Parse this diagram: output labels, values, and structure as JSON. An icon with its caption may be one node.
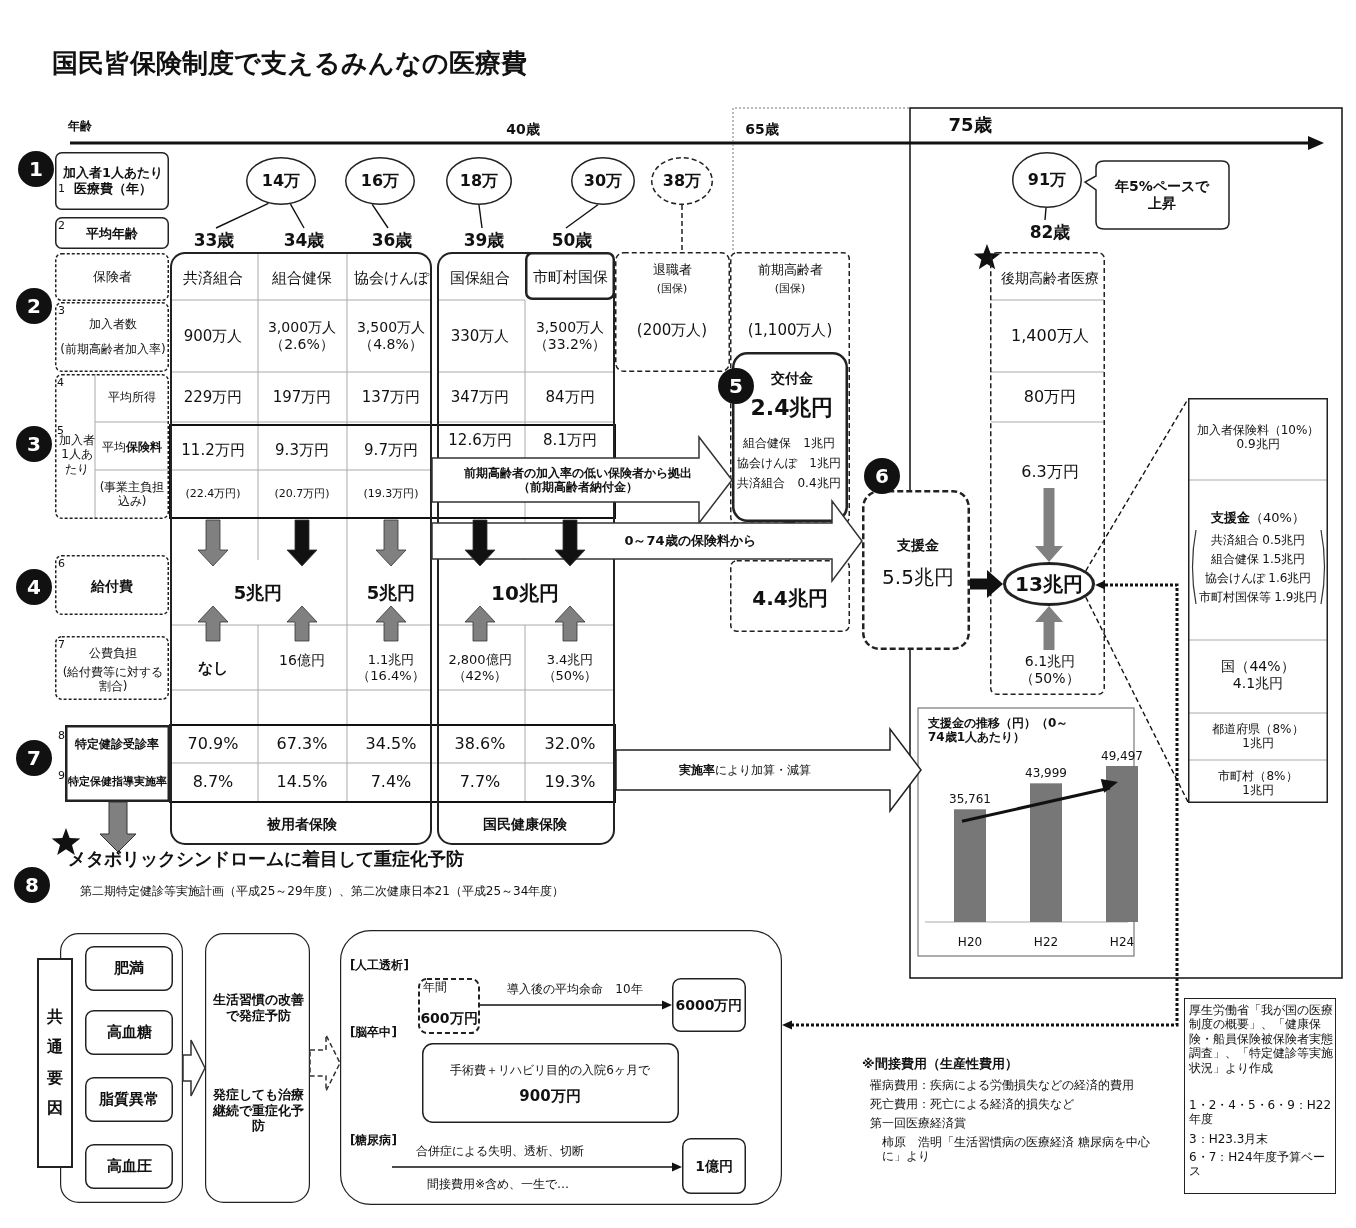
{
  "diagram": {
    "title": "国民皆保険制度で支えるみんなの医療費",
    "nodes": [
      {
        "text": [
          "1"
        ]
      },
      {
        "text": [
          "1",
          "加入者1人あたり医療費（年）"
        ]
      },
      {
        "text": [
          "14万"
        ]
      },
      {
        "text": [
          "16万"
        ]
      },
      {
        "text": [
          "18万"
        ]
      },
      {
        "text": [
          "30万"
        ]
      },
      {
        "text": [
          "38万"
        ]
      },
      {
        "text": [
          "91万"
        ]
      },
      {
        "text": [
          "年5%ペースで上昇"
        ]
      },
      {
        "text": [
          "2",
          "平均年齢"
        ]
      },
      {
        "text": [
          "2"
        ]
      },
      {
        "text": [
          "保険者"
        ]
      },
      {
        "text": [
          "3",
          "加入者数",
          "(前期高齢者加入率)"
        ]
      },
      {
        "text": [
          "3"
        ]
      },
      {
        "text": [
          "4",
          "5",
          "加入者1人あたり",
          "平均所得",
          "平均**保険料**",
          "(事業主負担込み)"
        ]
      },
      {
        "text": [
          "4"
        ]
      },
      {
        "text": [
          "6",
          "給付費"
        ]
      },
      {
        "text": [
          "7",
          "公費負担",
          "(給付費等に対する割合)"
        ]
      },
      {
        "text": [
          "7"
        ]
      },
      {
        "text": [
          "特定健診受診率",
          "特定保健指導実施率"
        ]
      },
      {
        "text": [
          "共済組合",
          "組合健保",
          "協会けんぽ",
          "900万人",
          "3,000万人（2.6%）",
          "3,500万人（4.8%）",
          "229万円",
          "197万円",
          "137万円",
          "11.2万円",
          "9.3万円",
          "9.7万円",
          "(22.4万円)",
          "(20.7万円)",
          "(19.3万円)",
          "5兆円",
          "5兆円",
          "なし",
          "16億円",
          "1.1兆円（16.4%）",
          "70.9%",
          "67.3%",
          "34.5%",
          "8.7%",
          "14.5%",
          "7.4%",
          "被用者保険"
        ]
      },
      {
        "text": [
          "国保組合",
          "330万人",
          "3,500万人（33.2%）",
          "347万円",
          "84万円",
          "12.6万円",
          "8.1万円",
          "10兆円",
          "2,800億円（42%）",
          "3.4兆円（50%）",
          "38.6%",
          "32.0%",
          "7.7%",
          "19.3%",
          "国民健康保険"
        ]
      },
      {
        "text": [
          "市町村国保"
        ],
        "in": 21
      },
      {
        "text": [
          "退職者",
          "(国保)",
          "(200万人)"
        ]
      },
      {
        "text": [
          "前期高齢者",
          "(国保)",
          "(1,100万人)"
        ]
      },
      {
        "text": [
          "交付金",
          "2.4兆円",
          "組合健保　1兆円",
          "協会けんぽ　1兆円",
          "共済組合　0.4兆円"
        ],
        "in": 24
      },
      {
        "text": [
          "5"
        ]
      },
      {
        "text": [
          "4.4兆円"
        ]
      },
      {
        "text": [
          "6"
        ]
      },
      {
        "text": [
          "支援金",
          "5.5兆円"
        ]
      },
      {
        "text": [
          "後期高齢者医療",
          "1,400万人",
          "80万円",
          "6.3万円",
          "6.1兆円（50%）"
        ]
      },
      {
        "text": [
          "13兆円"
        ],
        "in": 30
      },
      {
        "text": [
          "加入者保険料（10%）0.9兆円",
          "**支援金**（40%）",
          "共済組合 0.5兆円",
          "組合健保 1.5兆円",
          "協会けんぽ 1.6兆円",
          "市町村国保等 1.9兆円",
          "国（44%）4.1兆円",
          "都道府県（8%）1兆円",
          "市町村（8%）1兆円"
        ]
      },
      {
        "text": [
          "**実施率**により加算・減算"
        ]
      },
      {
        "text": [
          "8"
        ]
      },
      {
        "text": [],
        "shape": "box"
      },
      {
        "text": [
          "共通要因"
        ]
      },
      {
        "text": [
          "肥満"
        ],
        "in": 35
      },
      {
        "text": [
          "高血糖"
        ],
        "in": 35
      },
      {
        "text": [
          "脂質異常"
        ],
        "in": 35
      },
      {
        "text": [
          "高血圧"
        ],
        "in": 35
      },
      {
        "text": [
          "生活習慣の改善で発症予防",
          "発症しても治療継続で重症化予防"
        ]
      },
      {
        "text": [
          "[人工透析]",
          "[脳卒中]",
          "[糖尿病]",
          "間接費用※含め、一生で…"
        ]
      },
      {
        "text": [
          "年間",
          "600万円"
        ],
        "in": 42
      },
      {
        "text": [
          "6000万円"
        ],
        "in": 42
      },
      {
        "text": [
          "手術費＋リハビリ目的の入院6ヶ月で",
          "900万円"
        ],
        "in": 42
      },
      {
        "text": [
          "1億円"
        ],
        "in": 42
      },
      {
        "text": [
          "厚生労働省「我が国の医療制度の概要」、「健康保険・船員保険被保険者実態調査」、「特定健診等実施状況」より作成",
          "1・2・4・5・6・9：H22年度",
          "3：H23.3月末",
          "6・7：H24年度予算ベース"
        ]
      },
      {
        "text": [
          "33歳"
        ]
      },
      {
        "text": [
          "34歳"
        ]
      },
      {
        "text": [
          "36歳"
        ]
      },
      {
        "text": [
          "39歳"
        ]
      },
      {
        "text": [
          "50歳"
        ]
      },
      {
        "text": [
          "82歳"
        ]
      }
    ],
    "edges": [
      {
        "from": 2,
        "to": 48,
        "arrow": "none"
      },
      {
        "from": 2,
        "to": 49,
        "arrow": "none"
      },
      {
        "from": 3,
        "to": 50,
        "arrow": "none"
      },
      {
        "from": 4,
        "to": 51,
        "arrow": "none"
      },
      {
        "from": 5,
        "to": 52,
        "arrow": "none"
      },
      {
        "from": 6,
        "to": 23,
        "arrow": "none",
        "style": "dashed"
      },
      {
        "from": 7,
        "to": 53,
        "arrow": "none"
      },
      {
        "from": 25,
        "to": 27,
        "arrow": "to",
        "style": "thick"
      },
      {
        "from": 29,
        "to": 31,
        "arrow": "to",
        "style": "thick"
      },
      {
        "from": null,
        "to": 31,
        "arrow": "to",
        "style": "thick",
        "color": "#808080"
      },
      {
        "from": null,
        "to": 31,
        "arrow": "to",
        "style": "thick",
        "color": "#808080"
      },
      {
        "from": 31,
        "to": 32,
        "arrow": "none",
        "style": "dashed"
      },
      {
        "from": 31,
        "to": 32,
        "arrow": "none",
        "style": "dashed"
      },
      {
        "from": 31,
        "to": 42,
        "arrow": "both",
        "style": "dashed"
      },
      {
        "from": 35,
        "to": 41,
        "arrow": "to"
      },
      {
        "from": 41,
        "to": 42,
        "arrow": "to",
        "style": "dashed"
      },
      {
        "from": 43,
        "to": 44,
        "arrow": "to",
        "label": "導入後の平均余命　10年"
      },
      {
        "from": null,
        "to": 46,
        "arrow": "to",
        "label": "合併症による失明、透析、切断"
      },
      {
        "from": 20,
        "to": 25,
        "arrow": "to",
        "label": "前期高齢者の加入率の低い保険者から拠出（前期高齢者納付金）"
      },
      {
        "from": 20,
        "to": 29,
        "arrow": "to",
        "label": "0～74歳の保険料から"
      },
      {
        "from": 19,
        "to": null,
        "arrow": "to",
        "style": "thick",
        "color": "#808080"
      }
    ],
    "labels": [
      "年齢",
      "40歳",
      "65歳",
      "75歳",
      "8",
      "9",
      "メタボリックシンドロームに着目して重症化予防",
      "第二期特定健診等実施計画（平成25～29年度）、第二次健康日本21（平成25～34年度）",
      "※間接費用（生産性費用）",
      "罹病費用：疾病による労働損失などの経済的費用",
      "死亡費用：死亡による経済的損失など",
      "第一回医療経済賞",
      "柿原　浩明「生活習慣病の医療経済 糖尿病を中心に」より"
    ],
    "chart_data": {
      "type": "bar",
      "title": "支援金の推移（円）（0～74歳1人あたり）",
      "categories": [
        "H20",
        "H22",
        "H24"
      ],
      "values": [
        35761,
        43999,
        49497
      ],
      "value_labels": [
        "35,761",
        "43,999",
        "49,497"
      ]
    }
  }
}
